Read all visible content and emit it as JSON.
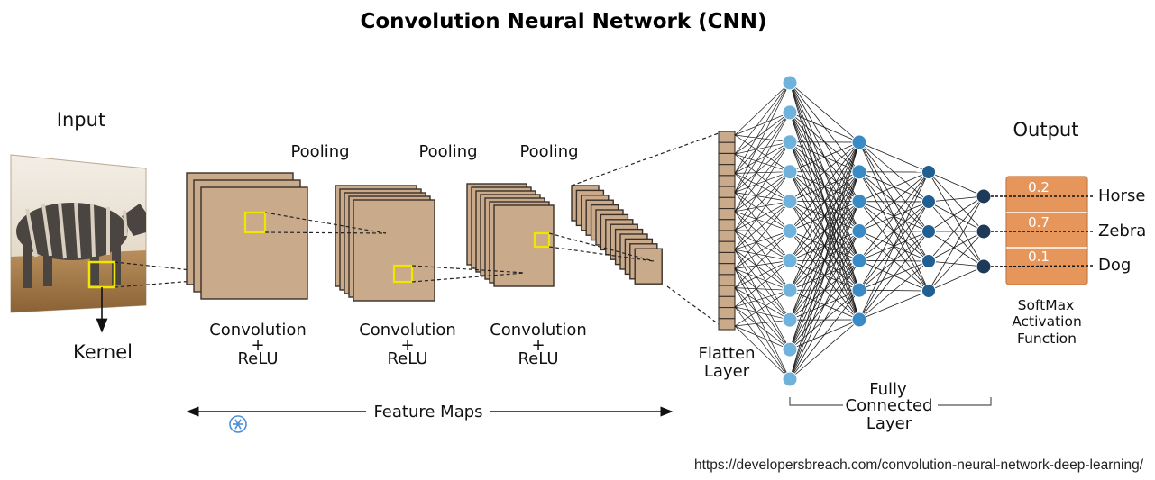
{
  "title": "Convolution  Neural  Network (CNN)",
  "labels": {
    "input": "Input",
    "kernel": "Kernel",
    "pooling_1": "Pooling",
    "pooling_2": "Pooling",
    "pooling_3": "Pooling",
    "conv_1_line1": "Convolution",
    "conv_1_line2": "+",
    "conv_1_line3": "ReLU",
    "conv_2_line1": "Convolution",
    "conv_2_line2": "+",
    "conv_2_line3": "ReLU",
    "conv_3_line1": "Convolution",
    "conv_3_line2": "+",
    "conv_3_line3": "ReLU",
    "feature_maps": "Feature  Maps",
    "flatten_line1": "Flatten",
    "flatten_line2": "Layer",
    "fc_line1": "Fully",
    "fc_line2": "Connected",
    "fc_line3": "Layer",
    "output": "Output",
    "softmax_line1": "SoftMax",
    "softmax_line2": "Activation",
    "softmax_line3": "Function"
  },
  "outputs": [
    {
      "value": "0.2",
      "class": "Horse"
    },
    {
      "value": "0.7",
      "class": "Zebra"
    },
    {
      "value": "0.1",
      "class": "Dog"
    }
  ],
  "source_url": "https://developersbreach.com/convolution-neural-network-deep-learning/",
  "colors": {
    "feature_map": "#c9ab8c",
    "feature_map_dark": "#3a3028",
    "kernel_box": "#f2e600",
    "node_light": "#6fb3dc",
    "node_mid": "#3a8ac6",
    "node_dark": "#1f5f92",
    "node_out": "#1e3a58",
    "softmax_box": "#e6965a",
    "flatten": "#c9ab8c"
  }
}
